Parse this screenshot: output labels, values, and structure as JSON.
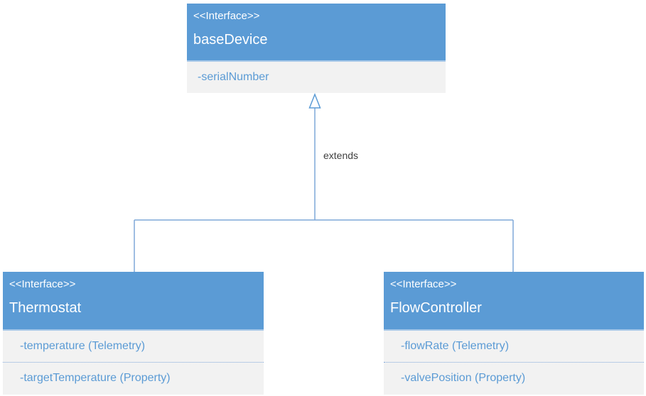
{
  "colors": {
    "header_bg": "#5B9BD5",
    "header_text": "#ffffff",
    "body_bg": "#F2F2F2",
    "attr_text": "#5B9BD5",
    "connector": "#7FA8D9",
    "label_text": "#404040"
  },
  "boxes": [
    {
      "stereotype": "<<Interface>>",
      "name": "baseDevice",
      "attributes": [
        "-serialNumber"
      ]
    },
    {
      "stereotype": "<<Interface>>",
      "name": "Thermostat",
      "attributes": [
        "-temperature (Telemetry)",
        "-targetTemperature (Property)"
      ]
    },
    {
      "stereotype": "<<Interface>>",
      "name": "FlowController",
      "attributes": [
        "-flowRate (Telemetry)",
        "-valvePosition (Property)"
      ]
    }
  ],
  "relationship": {
    "label": "extends"
  }
}
